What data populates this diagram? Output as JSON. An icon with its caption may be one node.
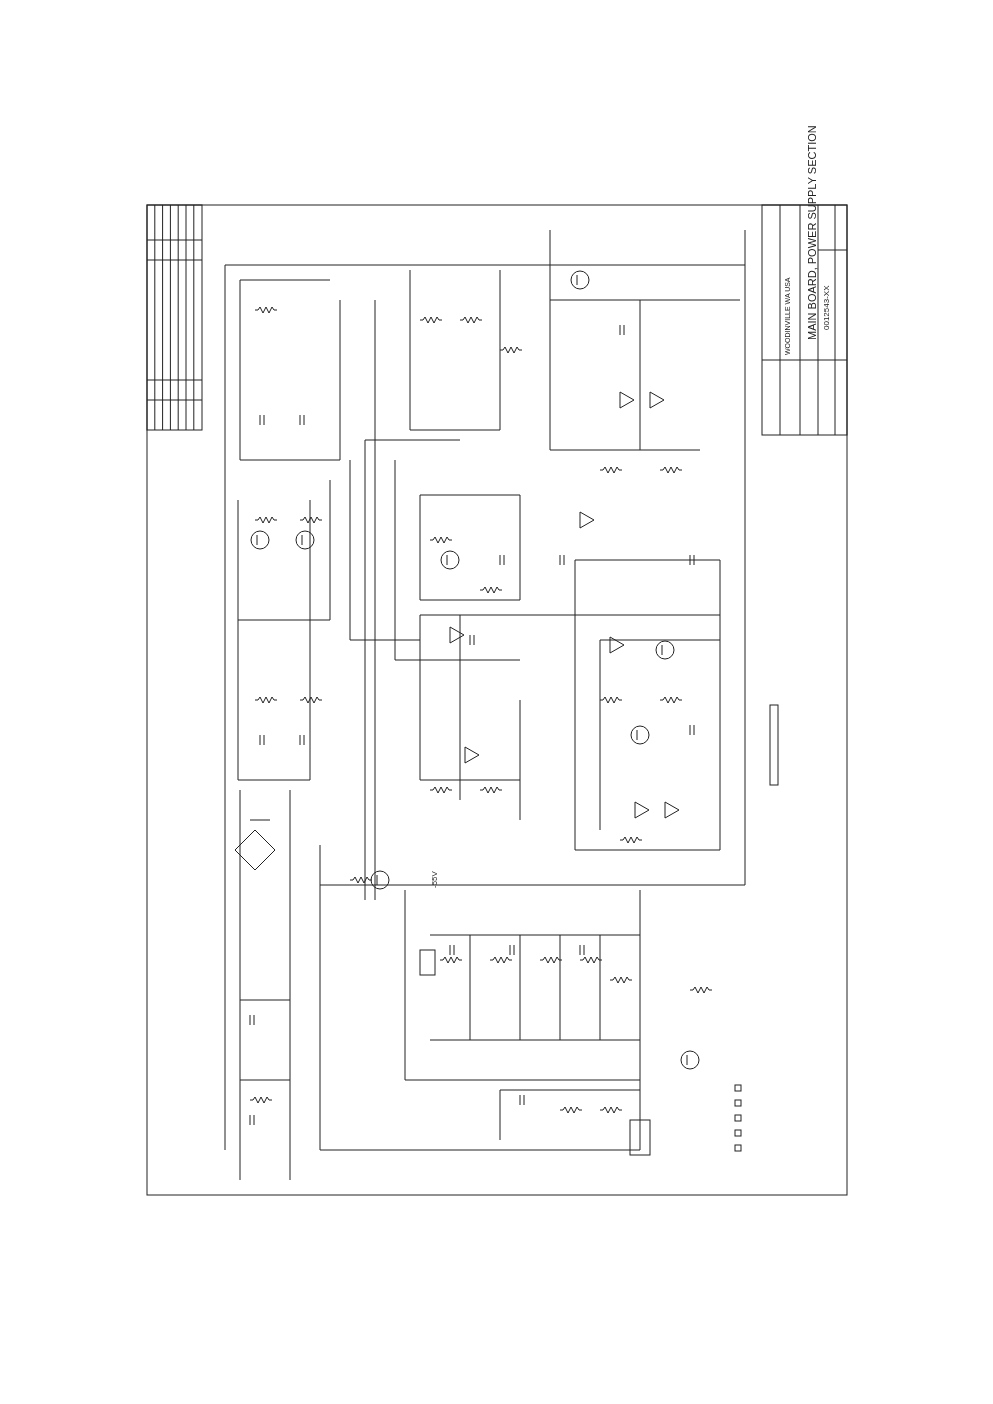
{
  "diagram": {
    "title": "MAIN BOARD, POWER SUPPLY SECTION",
    "labels": [
      "WOODINVILLE WA USA",
      "0012543-XX",
      "-55V"
    ]
  }
}
